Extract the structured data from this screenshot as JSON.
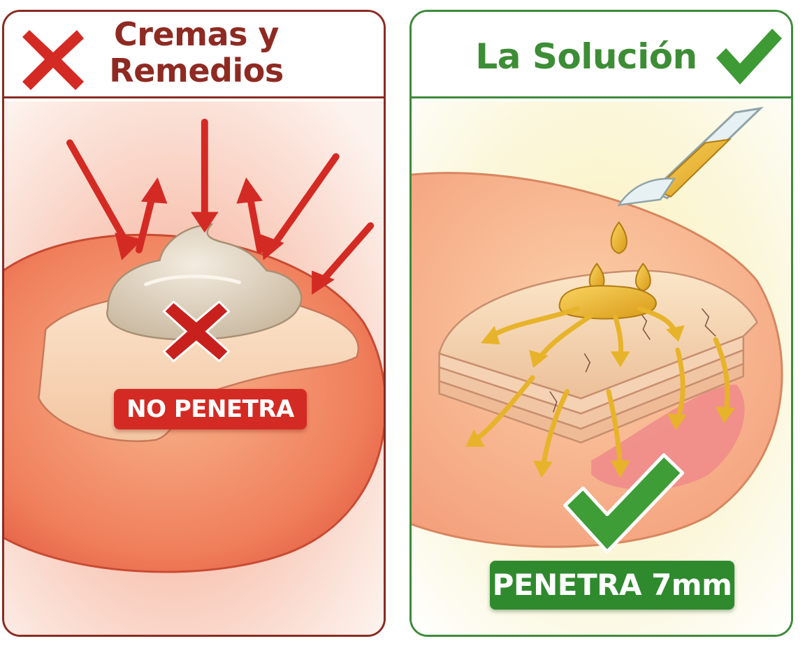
{
  "left_panel": {
    "title_line1": "Cremas y",
    "title_line2": "Remedios",
    "badge": "NO PENETRA",
    "header_icon": "cross-icon",
    "accent_color": "#8e2a22",
    "badge_color": "#d42a24"
  },
  "right_panel": {
    "title": "La Solución",
    "badge": "PENETRA 7mm",
    "header_icon": "check-icon",
    "accent_color": "#3d8d36",
    "badge_color": "#2f8a2e"
  }
}
